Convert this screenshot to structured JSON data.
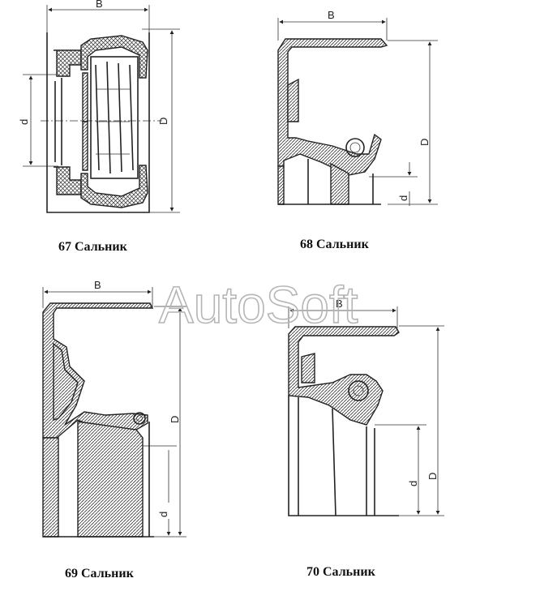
{
  "watermark": "AutoSoft",
  "figures": [
    {
      "id": "67",
      "caption": "67 Сальник",
      "dims": {
        "B": "B",
        "D": "D",
        "d": "d"
      }
    },
    {
      "id": "68",
      "caption": "68 Сальник",
      "dims": {
        "B": "B",
        "D": "D",
        "d": "d"
      }
    },
    {
      "id": "69",
      "caption": "69 Сальник",
      "dims": {
        "B": "B",
        "D": "D",
        "d": "d"
      }
    },
    {
      "id": "70",
      "caption": "70 Сальник",
      "dims": {
        "B": "B",
        "D": "D",
        "d": "d"
      }
    }
  ]
}
